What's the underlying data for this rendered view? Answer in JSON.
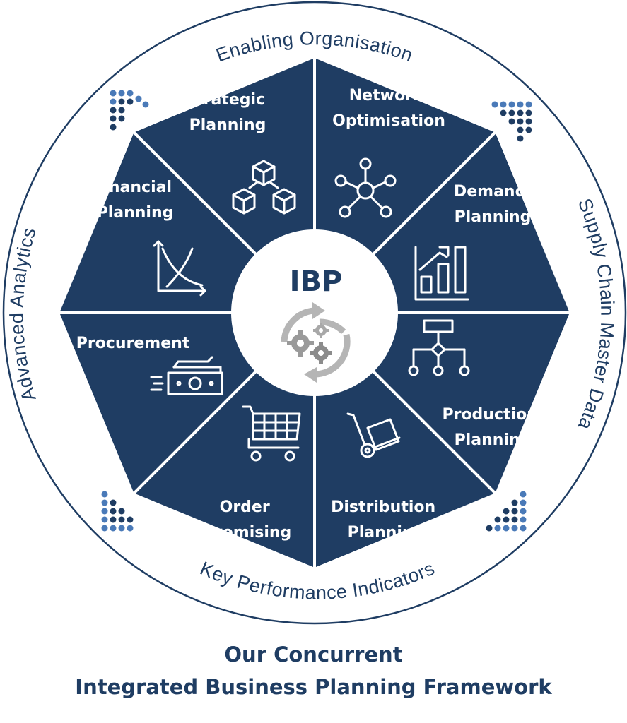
{
  "center": {
    "title": "IBP",
    "icon": "cycle-gears-icon"
  },
  "ring_labels": {
    "top": "Enabling Organisation",
    "right": "Supply Chain Master Data",
    "bottom": "Key Performance Indicators",
    "left": "Advanced Analytics"
  },
  "segments": [
    {
      "id": "network-optimisation",
      "lines": [
        "Network",
        "Optimisation"
      ],
      "icon": "network-hub-icon"
    },
    {
      "id": "demand-planning",
      "lines": [
        "Demand",
        "Planning"
      ],
      "icon": "bar-chart-growth-icon"
    },
    {
      "id": "production-planning",
      "lines": [
        "Production",
        "Planning"
      ],
      "icon": "flowchart-icon"
    },
    {
      "id": "distribution-planning",
      "lines": [
        "Distribution",
        "Planning"
      ],
      "icon": "hand-truck-icon"
    },
    {
      "id": "order-promising",
      "lines": [
        "Order",
        "Promising"
      ],
      "icon": "shopping-cart-icon"
    },
    {
      "id": "procurement",
      "lines": [
        "Procurement"
      ],
      "icon": "cash-money-icon"
    },
    {
      "id": "financial-planning",
      "lines": [
        "Financial",
        "Planning"
      ],
      "icon": "curve-chart-icon"
    },
    {
      "id": "strategic-planning",
      "lines": [
        "Strategic",
        "Planning"
      ],
      "icon": "cubes-icon"
    }
  ],
  "colors": {
    "segment": "#1f3d63",
    "accent_blue": "#4a7ab8",
    "ring": "#1f3d63",
    "center_fill": "#ffffff",
    "gear_gray": "#a0a0a0"
  },
  "caption": {
    "line1": "Our Concurrent",
    "line2": "Integrated Business Planning Framework"
  }
}
